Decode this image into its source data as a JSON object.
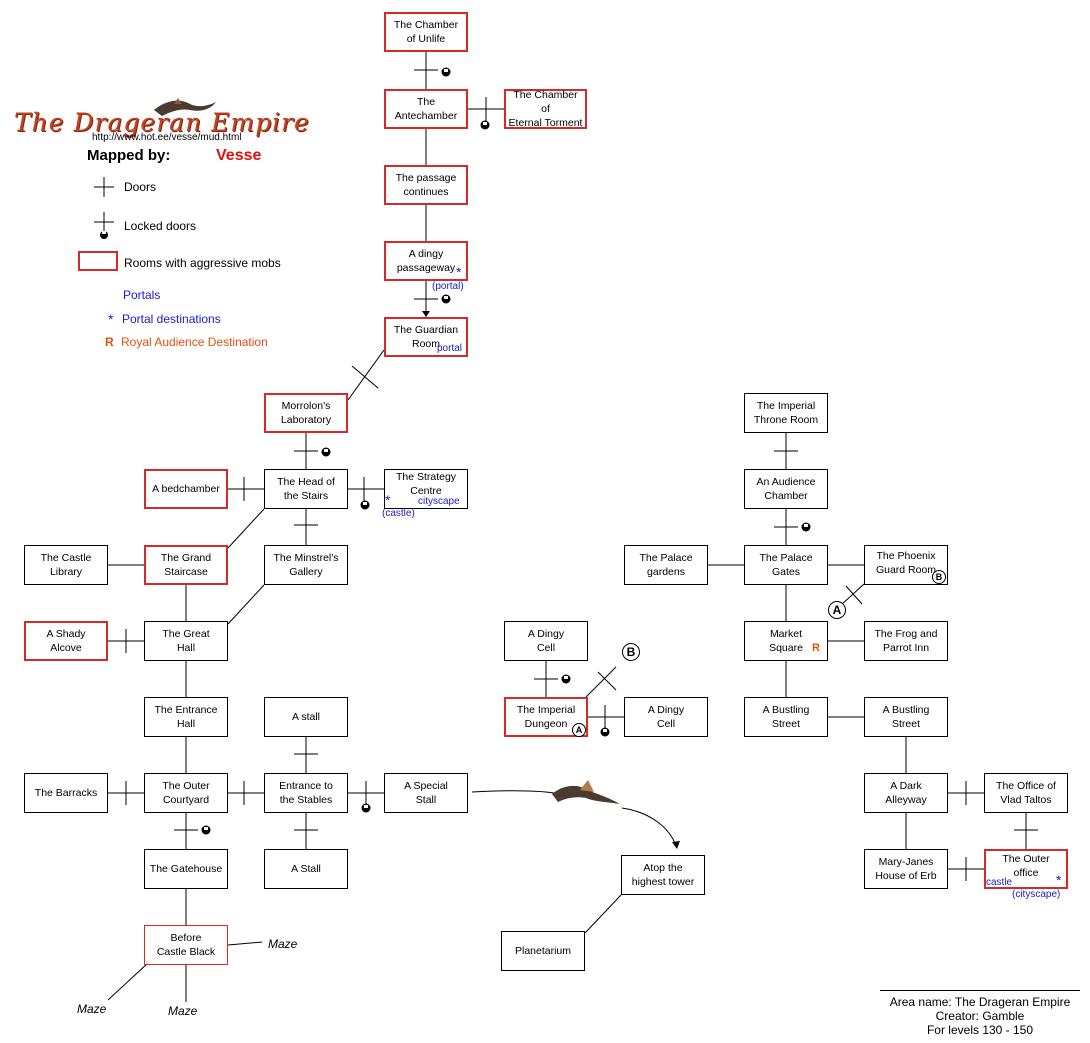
{
  "header": {
    "title": "The Drageran Empire",
    "url": "http://www.hot.ee/vesse/mud.html",
    "mapped_by_label": "Mapped by:",
    "mapper": "Vesse"
  },
  "legend": {
    "doors": "Doors",
    "locked_doors": "Locked doors",
    "aggressive": "Rooms with aggressive mobs",
    "portals": "Portals",
    "portal_dest_symbol": "*",
    "portal_destinations": "Portal destinations",
    "royal_symbol": "R",
    "royal": "Royal Audience Destination"
  },
  "colors": {
    "aggressive_border": "#d42a2a",
    "portal_blue": "#1a1ad0",
    "royal_orange": "#e05010",
    "title_red": "#c8401f"
  },
  "rooms": {
    "chamber_unlife": "The Chamber\nof Unlife",
    "antechamber": "The\nAntechamber",
    "eternal_torment": "The Chamber of\nEternal Torment",
    "passage_continues": "The passage\ncontinues",
    "dingy_passageway": "A dingy\npassageway",
    "guardian_room": "The Guardian\nRoom",
    "morrolon_lab": "Morrolon's\nLaboratory",
    "bedchamber": "A bedchamber",
    "head_stairs": "The Head of\nthe Stairs",
    "strategy_centre": "The Strategy\nCentre",
    "castle_library": "The Castle\nLibrary",
    "grand_staircase": "The Grand\nStaircase",
    "minstrel_gallery": "The Minstrel's\nGallery",
    "shady_alcove": "A Shady\nAlcove",
    "great_hall": "The Great\nHall",
    "entrance_hall": "The Entrance\nHall",
    "stall_upper": "A stall",
    "barracks": "The Barracks",
    "outer_courtyard": "The Outer\nCourtyard",
    "entrance_stables": "Entrance to\nthe Stables",
    "special_stall": "A Special\nStall",
    "gatehouse": "The Gatehouse",
    "stall_lower": "A Stall",
    "before_castle_black": "Before\nCastle Black",
    "atop_tower": "Atop the\nhighest tower",
    "planetarium": "Planetarium",
    "dingy_cell_top": "A Dingy\nCell",
    "imperial_dungeon": "The Imperial\nDungeon",
    "dingy_cell_right": "A Dingy\nCell",
    "imperial_throne": "The Imperial\nThrone Room",
    "audience_chamber": "An Audience\nChamber",
    "palace_gardens": "The Palace\ngardens",
    "palace_gates": "The Palace\nGates",
    "phoenix_guard": "The Phoenix\nGuard Room",
    "market_square": "Market\nSquare",
    "frog_parrot": "The Frog and\nParrot Inn",
    "bustling_left": "A Bustling\nStreet",
    "bustling_right": "A Bustling\nStreet",
    "dark_alleyway": "A Dark\nAlleyway",
    "vlad_taltos": "The Office of\nVlad Taltos",
    "mary_janes": "Mary-Janes\nHouse of Erb",
    "outer_office": "The Outer\noffice"
  },
  "tags": {
    "star": "*",
    "portal_paren": "(portal)",
    "portal": "portal",
    "cityscape": "cityscape",
    "castle_paren": "(castle)",
    "castle": "castle",
    "cityscape_paren": "(cityscape)",
    "royal_r": "R",
    "marker_a": "A",
    "marker_b": "B"
  },
  "maze": "Maze",
  "info": {
    "area": "Area name: The Drageran Empire",
    "creator": "Creator: Gamble",
    "levels": "For levels 130 - 150"
  }
}
